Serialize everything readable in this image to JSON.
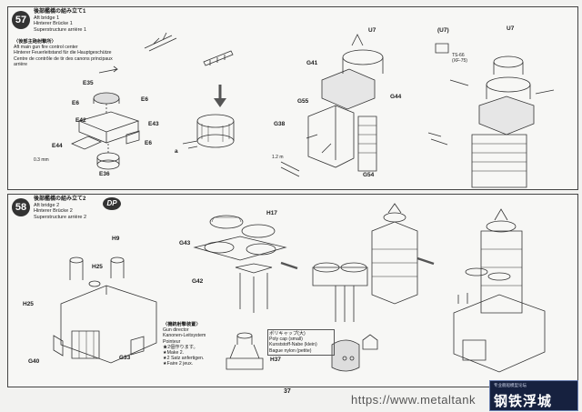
{
  "step57": {
    "number": "57",
    "heading_jp": "後部艦橋の組み立て1",
    "heading_en": "Aft bridge 1",
    "heading_de": "Hinterer Brücke 1",
    "heading_fr": "Superstructure arrière 1",
    "sub_jp": "〈後部主砲射撃所〉",
    "sub_en": "Aft main gun fire control center",
    "sub_de": "Hinterer Feuerleitstand für die Hauptgeschütze",
    "sub_fr": "Centre de contrôle de tir des canons principaux arrière",
    "labels": {
      "e35": "E35",
      "e6a": "E6",
      "e6b": "E6",
      "e6c": "E6",
      "e42": "E42",
      "e43": "E43",
      "e44": "E44",
      "e36": "E36",
      "a_b": "a",
      "u7": "U7",
      "g41": "G41",
      "g44": "G44",
      "g55": "G55",
      "g38": "G38",
      "g54": "G54",
      "u7_paren": "(U7)",
      "u7_right": "U7",
      "ts66": "TS-66",
      "xf75": "(XF-75)"
    },
    "wire_a": "0.3 mm",
    "wire_b": "1.2 m"
  },
  "step58": {
    "number": "58",
    "dp": "DP",
    "heading_jp": "後部艦橋の組み立て2",
    "heading_en": "Aft bridge 2",
    "heading_de": "Hinterer Brücke 2",
    "heading_fr": "Superstructure arrière 2",
    "labels": {
      "h9": "H9",
      "h25a": "H25",
      "h25b": "H25",
      "g40": "G40",
      "g33": "G33",
      "h17": "H17",
      "g43": "G43",
      "g42": "G42",
      "h37": "H37"
    },
    "gun_jp": "〈機銃射撃装置〉",
    "gun_en": "Gun director",
    "gun_de": "Kanonen-Leitsystem",
    "gun_fr": "Pointeur",
    "note_jp": "★2個作ります。",
    "note_en": "★Make 2.",
    "note_de": "★2 Satz anfertigen.",
    "note_fr": "★Faire 2 jeux.",
    "poly_jp": "ポリキャップ(大)",
    "poly_en": "Poly cap (small)",
    "poly_de": "Kunststoff-Nabe (klein)",
    "poly_fr": "Bague nylon (petite)"
  },
  "footer": {
    "page": "37",
    "url": "https://www.metaltank",
    "logo_tagline": "专业舰船模型论坛",
    "logo_text": "钢铁浮城"
  }
}
